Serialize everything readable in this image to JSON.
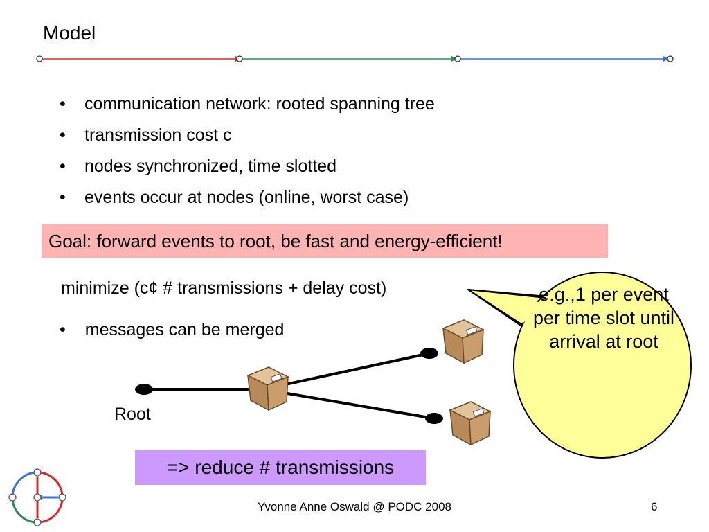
{
  "slide": {
    "title": "Model",
    "bullets": [
      "communication network: rooted spanning tree",
      "transmission cost c",
      "nodes synchronized, time slotted",
      "events occur at nodes (online, worst case)"
    ],
    "bullet_char": "•",
    "goal": "Goal: forward events to root, be fast and energy-efficient!",
    "minimize": "minimize (c¢ # transmissions + delay cost)",
    "sub_bullet": "messages can be merged",
    "root_label": "Root",
    "callout": "e.g.,1 per event per time slot until arrival at root",
    "reduce": "=> reduce # transmissions",
    "footer": "Yvonne Anne Oswald @ PODC 2008",
    "page_number": "6"
  },
  "colors": {
    "goal_bg": "#ffb3b3",
    "reduce_bg": "#cc99ff",
    "callout_bg": "#ffff99",
    "line_red": "#d62828",
    "line_green": "#2e8b57",
    "line_blue": "#3a6fd8",
    "package": "#c8a070"
  },
  "icons": [
    "package-icon",
    "logo-icon"
  ]
}
